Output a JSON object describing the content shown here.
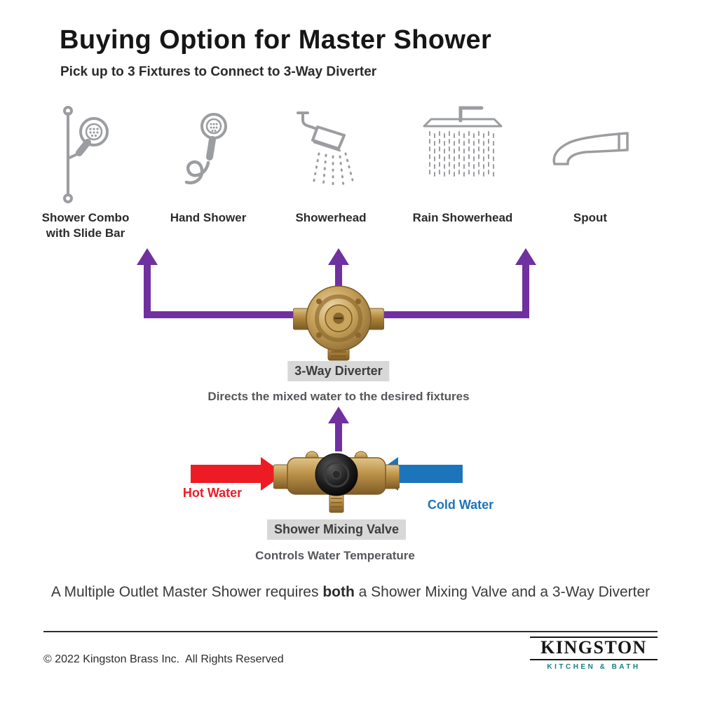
{
  "header": {
    "title": "Buying Option for Master Shower",
    "subtitle": "Pick up to 3 Fixtures to Connect to 3-Way Diverter"
  },
  "fixtures": [
    {
      "label": "Shower Combo with Slide Bar",
      "icon": "slide-bar-shower-icon"
    },
    {
      "label": "Hand Shower",
      "icon": "hand-shower-icon"
    },
    {
      "label": "Showerhead",
      "icon": "showerhead-icon"
    },
    {
      "label": "Rain Showerhead",
      "icon": "rain-showerhead-icon"
    },
    {
      "label": "Spout",
      "icon": "spout-icon"
    }
  ],
  "diverter": {
    "label": "3-Way Diverter",
    "description": "Directs the mixed water to the desired fixtures"
  },
  "mixing_valve": {
    "label": "Shower Mixing Valve",
    "description": "Controls Water Temperature"
  },
  "inputs": {
    "hot": "Hot Water",
    "cold": "Cold Water"
  },
  "note": {
    "pre": "A Multiple Outlet Master Shower requires ",
    "bold": "both",
    "post": " a Shower Mixing Valve and a 3-Way Diverter"
  },
  "footer": {
    "copyright": "© 2022 Kingston Brass Inc.  All Rights Reserved",
    "brand": "KINGSTON",
    "brand_tagline": "KITCHEN & BATH"
  },
  "colors": {
    "arrow_purple": "#7030a0",
    "hot_red": "#ed1c24",
    "cold_blue": "#1c75bb",
    "icon_gray": "#9b9da0",
    "label_bg": "#d8d8d8",
    "brand_teal": "#157f87",
    "brass": "#c09a52"
  }
}
